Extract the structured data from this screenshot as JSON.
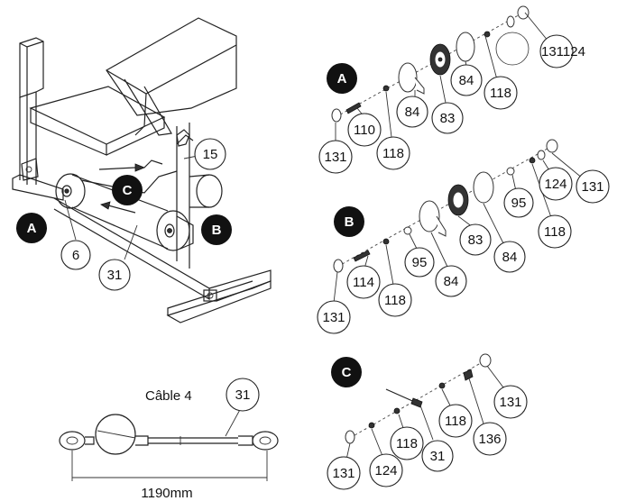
{
  "labels": {
    "badge_a": "A",
    "badge_b": "B",
    "badge_c": "C",
    "cable_title": "Câble 4",
    "cable_length": "1190mm"
  },
  "main_callouts": {
    "c15": "15",
    "c6": "6",
    "c31": "31"
  },
  "section_a": {
    "c131_top": "131124",
    "c84_top": "84",
    "c118_top": "118",
    "c84_mid": "84",
    "c83": "83",
    "c110": "110",
    "c118_low": "118",
    "c131_low": "131"
  },
  "section_b": {
    "c124": "124",
    "c131": "131",
    "c95_right": "95",
    "c118_right": "118",
    "c83": "83",
    "c84_right": "84",
    "c95_left": "95",
    "c84_left": "84",
    "c114": "114",
    "c118_left": "118",
    "c131_left": "131"
  },
  "section_c": {
    "c131_right": "131",
    "c118": "118",
    "c136": "136",
    "c118_left": "118",
    "c31": "31",
    "c124": "124",
    "c131_left": "131"
  },
  "cable_callouts": {
    "c31": "31"
  }
}
